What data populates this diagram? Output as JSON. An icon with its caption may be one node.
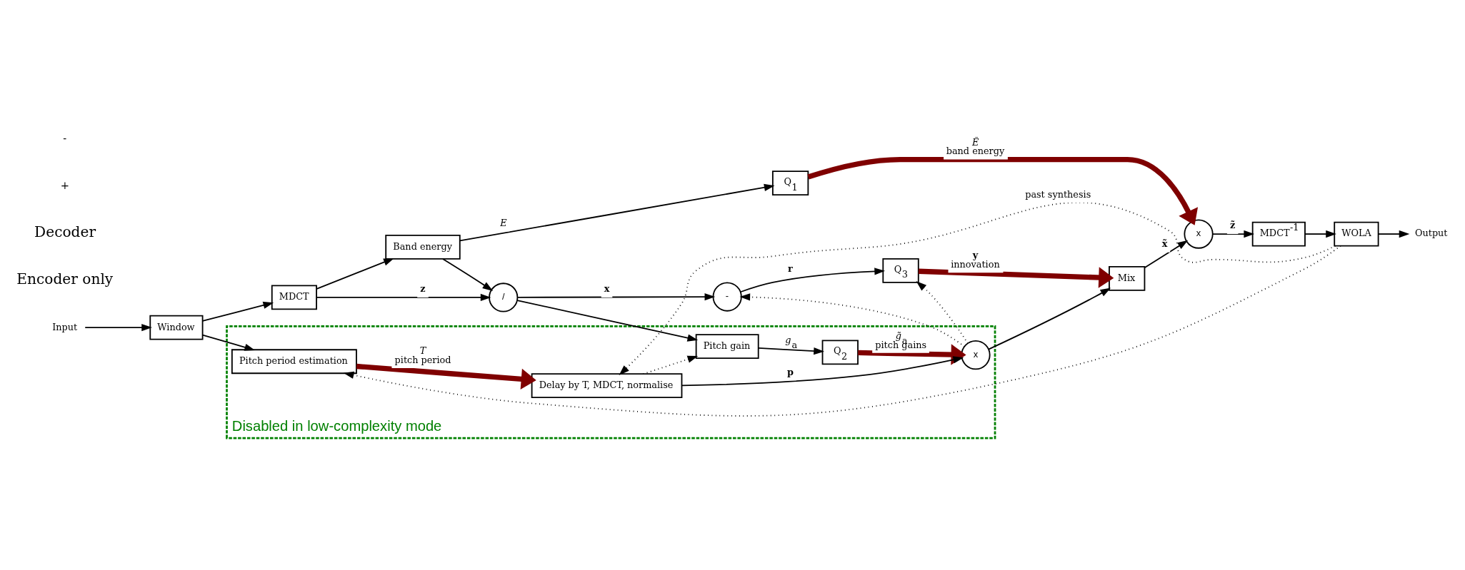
{
  "diagram": {
    "nodes": [
      {
        "text": [
          "Input"
        ]
      },
      {
        "text": [
          "Window"
        ]
      },
      {
        "text": [
          "MDCT"
        ]
      },
      {
        "text": [
          "Band energy"
        ]
      },
      {
        "text": [
          "/"
        ]
      },
      {
        "text": [
          "-"
        ]
      },
      {
        "text": [
          "Q$_{1}$"
        ]
      },
      {
        "text": [
          "Q$_{3}$"
        ]
      },
      {
        "text": [
          "Mix"
        ]
      },
      {
        "text": [
          "x"
        ]
      },
      {
        "text": [
          "MDCT$^{-1}$"
        ]
      },
      {
        "text": [
          "WOLA"
        ]
      },
      {
        "text": [
          "Output"
        ]
      },
      {
        "text": [
          "Disabled in low-complexity mode"
        ]
      },
      {
        "text": [
          "Pitch gain"
        ],
        "in": 13
      },
      {
        "text": [
          "Q$_{2}$"
        ],
        "in": 13
      },
      {
        "text": [
          "x"
        ],
        "in": 13
      },
      {
        "text": [
          "Pitch period estimation"
        ],
        "in": 13
      },
      {
        "text": [
          "Delay by T, MDCT, normalise"
        ],
        "in": 13
      }
    ],
    "edges": [
      {
        "from": 0,
        "to": 1,
        "arrow": "to"
      },
      {
        "from": 1,
        "to": 2,
        "arrow": "to"
      },
      {
        "from": 2,
        "to": 3,
        "arrow": "to"
      },
      {
        "from": 2,
        "to": 4,
        "arrow": "to",
        "label": "**z**"
      },
      {
        "from": 3,
        "to": 6,
        "arrow": "to",
        "label": "*E*"
      },
      {
        "from": 3,
        "to": 4,
        "arrow": "to"
      },
      {
        "from": 4,
        "to": 5,
        "arrow": "to",
        "label": "**x**"
      },
      {
        "from": 4,
        "to": 14,
        "arrow": "to"
      },
      {
        "from": 5,
        "to": 7,
        "arrow": "to",
        "label": "**r**"
      },
      {
        "from": 6,
        "to": 9,
        "arrow": "to",
        "label": "*Ẽ* band energy",
        "style": "thick",
        "color": "#7f0000"
      },
      {
        "from": 7,
        "to": 8,
        "arrow": "to",
        "label": "**y** innovation",
        "style": "thick",
        "color": "#7f0000"
      },
      {
        "from": 8,
        "to": 9,
        "arrow": "to",
        "label": "**x̃**"
      },
      {
        "from": 9,
        "to": 10,
        "arrow": "to",
        "label": "**z̃**"
      },
      {
        "from": 10,
        "to": 11,
        "arrow": "to"
      },
      {
        "from": 11,
        "to": 12,
        "arrow": "to"
      },
      {
        "from": 14,
        "to": 15,
        "arrow": "to",
        "label": "*g*$_{a}$"
      },
      {
        "from": 15,
        "to": 16,
        "arrow": "to",
        "label": "*g̃*$_{a}$ pitch gains",
        "style": "thick",
        "color": "#7f0000"
      },
      {
        "from": 16,
        "to": 8,
        "arrow": "to"
      },
      {
        "from": 16,
        "to": 5,
        "arrow": "to",
        "style": "dashed"
      },
      {
        "from": 16,
        "to": 7,
        "arrow": "to",
        "style": "dashed"
      },
      {
        "from": 1,
        "to": 17,
        "arrow": "to"
      },
      {
        "from": 17,
        "to": 18,
        "arrow": "to",
        "label": "*T* pitch period",
        "style": "thick",
        "color": "#7f0000"
      },
      {
        "from": 18,
        "to": 16,
        "arrow": "to",
        "label": "**p**"
      },
      {
        "from": 18,
        "to": 14,
        "arrow": "to",
        "style": "dashed"
      },
      {
        "from": 11,
        "to": 18,
        "arrow": "to",
        "label": "past synthesis",
        "style": "dashed"
      },
      {
        "from": 11,
        "to": 17,
        "arrow": "to",
        "style": "dashed"
      }
    ],
    "labels": [
      "Encoder only",
      "Decoder",
      "+",
      "-"
    ]
  }
}
